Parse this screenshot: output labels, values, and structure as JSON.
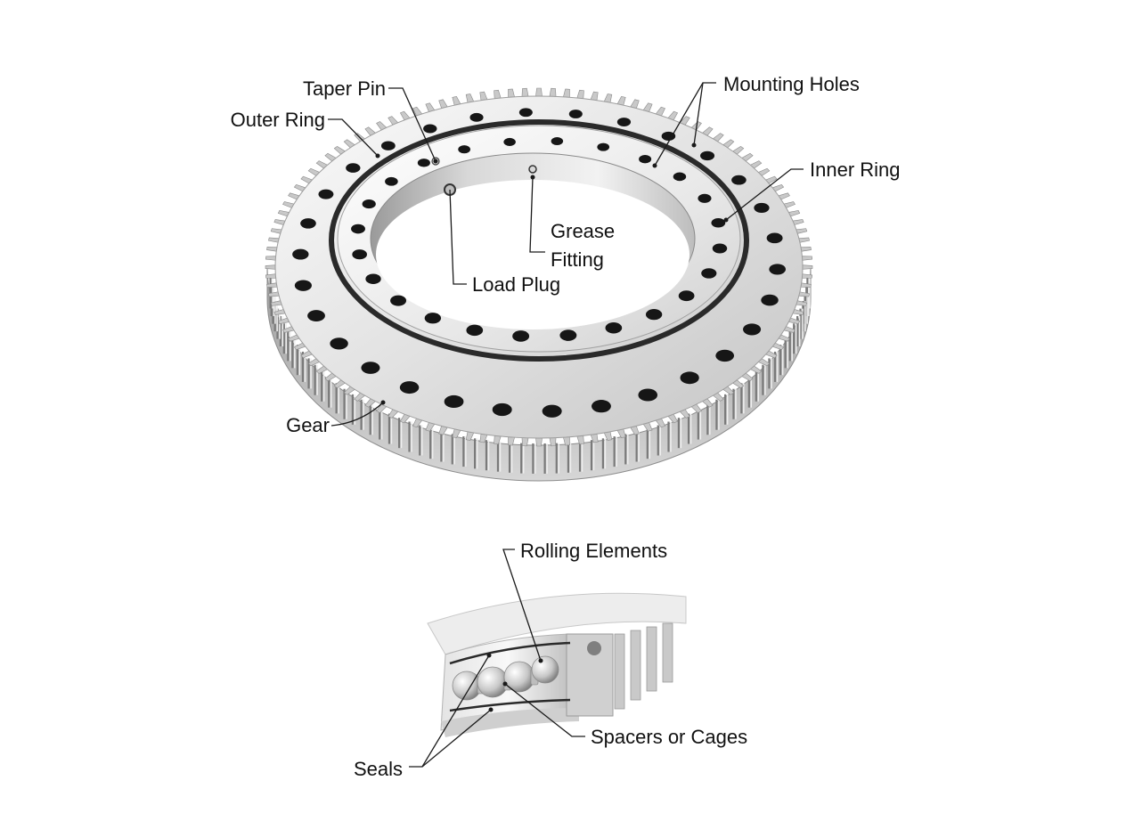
{
  "labels": {
    "taper_pin": "Taper Pin",
    "outer_ring": "Outer Ring",
    "mounting_holes": "Mounting Holes",
    "inner_ring": "Inner Ring",
    "grease": "Grease",
    "fitting": "Fitting",
    "load_plug": "Load Plug",
    "gear": "Gear",
    "rolling_elements": "Rolling Elements",
    "spacers_or_cages": "Spacers or Cages",
    "seals": "Seals"
  },
  "colors": {
    "background": "#ffffff",
    "metal_light": "#f4f4f4",
    "metal_mid": "#c9c9c9",
    "metal_dark": "#7a7a7a",
    "hole": "#161616",
    "seal": "#2a2a2a"
  }
}
